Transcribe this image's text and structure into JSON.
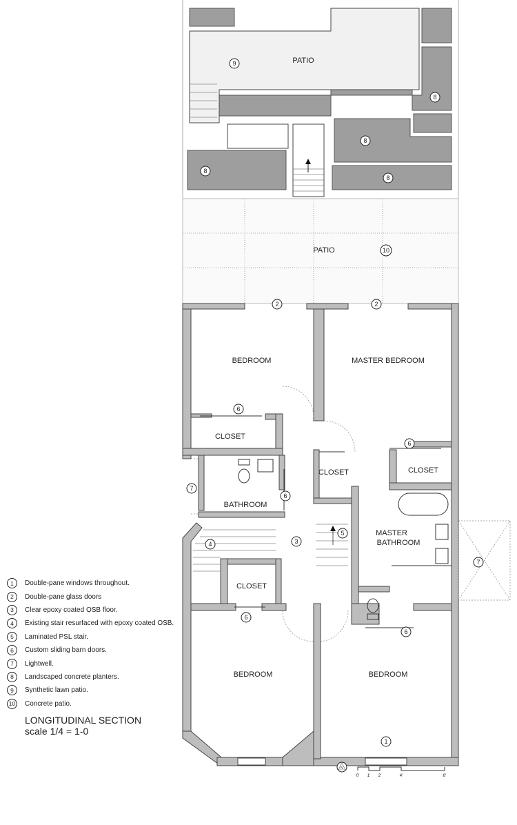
{
  "rooms": {
    "patio_top": "PATIO",
    "patio_bottom": "PATIO",
    "bedroom_top_left": "BEDROOM",
    "master_bedroom": "MASTER BEDROOM",
    "closet_left": "CLOSET",
    "closet_mid": "CLOSET",
    "closet_right": "CLOSET",
    "bathroom": "BATHROOM",
    "master_bathroom_1": "MASTER",
    "master_bathroom_2": "BATHROOM",
    "closet_lower": "CLOSET",
    "bedroom_bottom_left": "BEDROOM",
    "bedroom_bottom_right": "BEDROOM"
  },
  "callouts": {
    "c1": "1",
    "c2": "2",
    "c3": "3",
    "c4": "4",
    "c5": "5",
    "c6": "6",
    "c7": "7",
    "c8": "8",
    "c9": "9",
    "c10": "10"
  },
  "legend": [
    {
      "num": "1",
      "text": "Double-pane windows throughout."
    },
    {
      "num": "2",
      "text": "Double-pane glass doors"
    },
    {
      "num": "3",
      "text": "Clear epoxy coated OSB floor."
    },
    {
      "num": "4",
      "text": "Existing stair resurfaced with epoxy coated OSB."
    },
    {
      "num": "5",
      "text": "Laminated PSL stair."
    },
    {
      "num": "6",
      "text": "Custom sliding barn doors."
    },
    {
      "num": "7",
      "text": "Lightwell."
    },
    {
      "num": "8",
      "text": "Landscaped concrete planters."
    },
    {
      "num": "9",
      "text": "Synthetic lawn patio."
    },
    {
      "num": "10",
      "text": "Concrete patio."
    }
  ],
  "title": "LONGITUDINAL SECTION",
  "scale": "scale 1/4 = 1-0",
  "north": "N",
  "scale_bar": [
    "0'",
    "1'",
    "2'",
    "4'",
    "8'"
  ]
}
